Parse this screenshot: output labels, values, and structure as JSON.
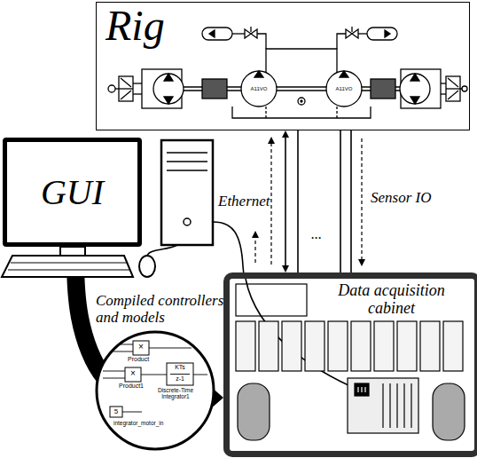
{
  "diagram": {
    "nodes": [
      {
        "text": [
          "Rig"
        ]
      },
      {
        "text": [
          "GUI"
        ]
      },
      {
        "text": [
          "Data acquisition cabinet"
        ]
      }
    ],
    "edges": [
      {
        "from": 0,
        "to": 2,
        "arrow": "both",
        "label": "Sensor IO"
      },
      {
        "from": 1,
        "to": 2,
        "arrow": "to",
        "label": "Compiled controllers and models"
      }
    ],
    "labels": [
      "A11VO",
      "A11VO",
      "Ethernet",
      "...",
      "×",
      "Product",
      "×",
      "Product1",
      "KTs",
      "z-1",
      "Discrete-Time Integrator1",
      "5",
      "integrator_motor_in"
    ]
  }
}
